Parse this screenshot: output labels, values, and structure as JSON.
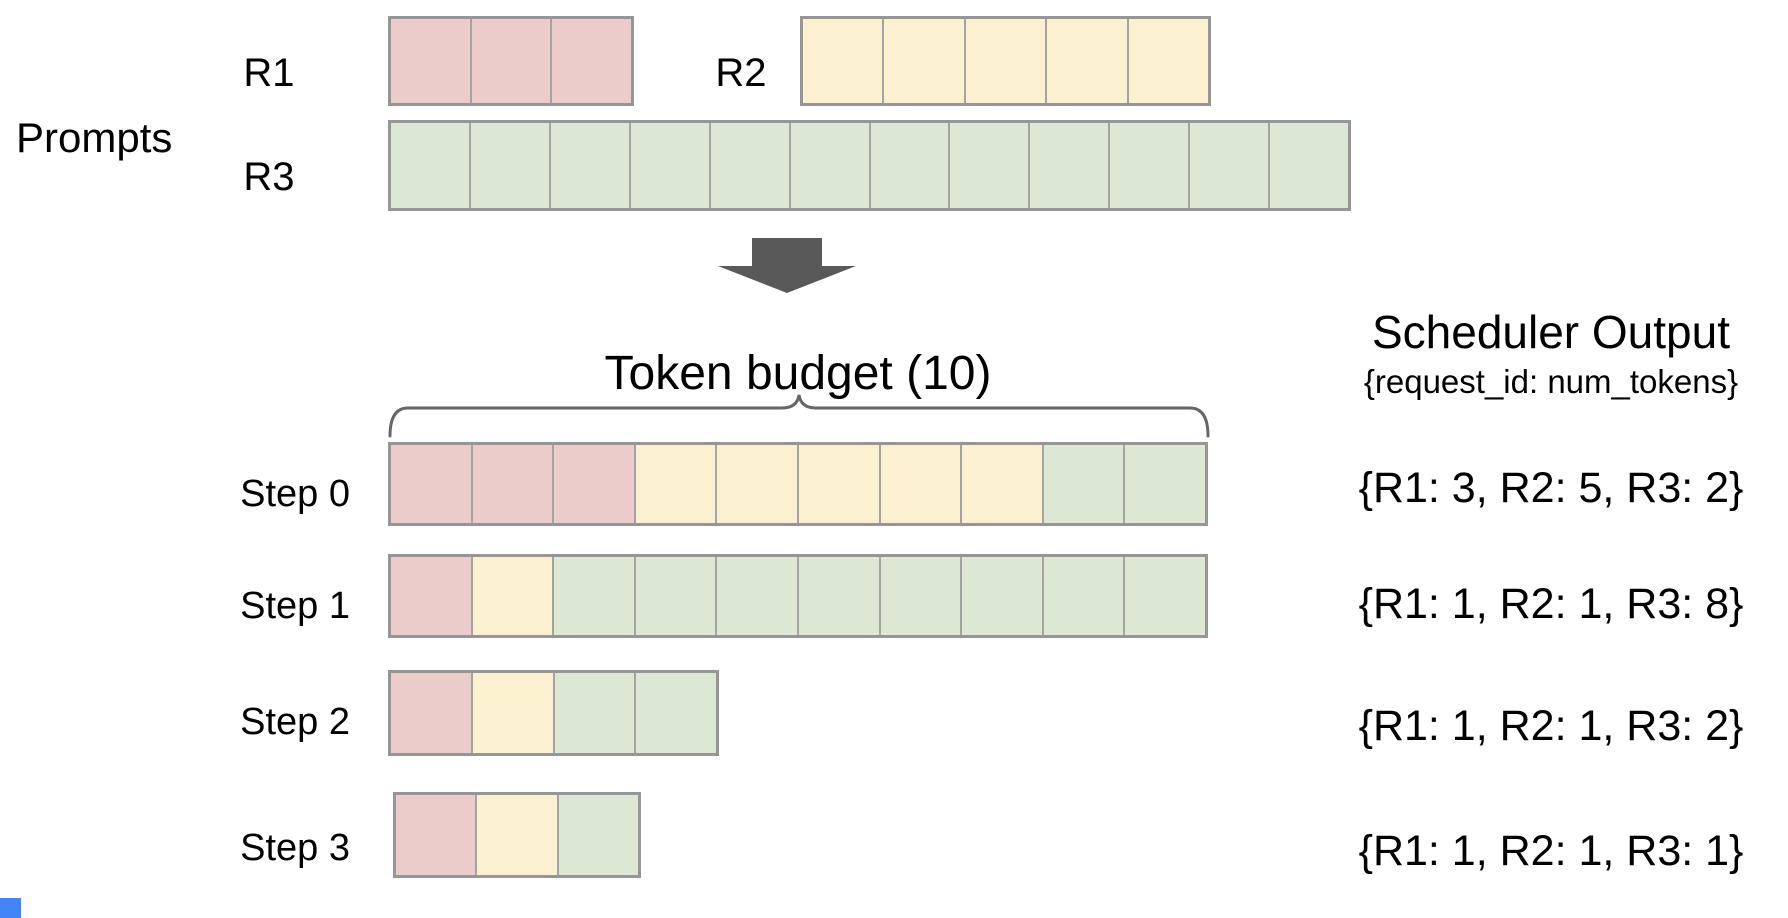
{
  "prompts": {
    "section_label": "Prompts",
    "requests": [
      {
        "id": "R1",
        "prompt_tokens": 3
      },
      {
        "id": "R2",
        "prompt_tokens": 5
      },
      {
        "id": "R3",
        "prompt_tokens": 12
      }
    ]
  },
  "token_budget": {
    "label": "Token budget (10)",
    "budget": 10
  },
  "scheduler_output": {
    "heading": "Scheduler Output",
    "format_hint": "{request_id: num_tokens}",
    "steps": [
      {
        "label": "Step 0",
        "allocations": {
          "R1": 3,
          "R2": 5,
          "R3": 2
        },
        "output_text": "{R1: 3, R2: 5, R3: 2}"
      },
      {
        "label": "Step 1",
        "allocations": {
          "R1": 1,
          "R2": 1,
          "R3": 8
        },
        "output_text": "{R1: 1, R2: 1, R3: 8}"
      },
      {
        "label": "Step 2",
        "allocations": {
          "R1": 1,
          "R2": 1,
          "R3": 2
        },
        "output_text": "{R1: 1, R2: 1, R3: 2}"
      },
      {
        "label": "Step 3",
        "allocations": {
          "R1": 1,
          "R2": 1,
          "R3": 1
        },
        "output_text": "{R1: 1, R2: 1, R3: 1}"
      }
    ]
  },
  "icons": {
    "arrow": "down-block-arrow",
    "brace": "horizontal-curly-brace"
  },
  "colors": {
    "R1": "#eccccb",
    "R2": "#fbf1d0",
    "R3": "#dce8d4",
    "cell_border": "#a3a3a3",
    "row_border": "#969696",
    "arrow": "#595959",
    "brace": "#666666",
    "text": "#000000",
    "corner_marker": "#4285f4"
  }
}
